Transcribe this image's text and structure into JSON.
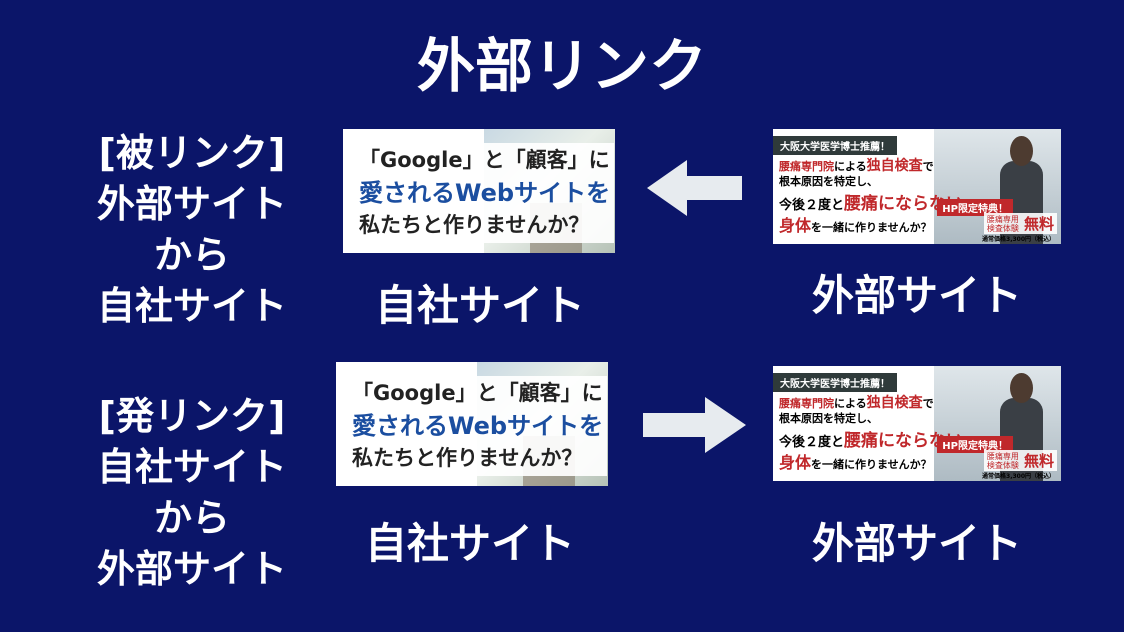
{
  "title": "外部リンク",
  "rows": [
    {
      "side_label": [
        "[被リンク]",
        "外部サイト",
        "から",
        "自社サイト"
      ],
      "left_caption": "自社サイト",
      "right_caption": "外部サイト",
      "arrow_direction": "left"
    },
    {
      "side_label": [
        "[発リンク]",
        "自社サイト",
        "から",
        "外部サイト"
      ],
      "left_caption": "自社サイト",
      "right_caption": "外部サイト",
      "arrow_direction": "right"
    }
  ],
  "own_banner": {
    "line1": "「Google」と「顧客」に",
    "line2": "愛されるWebサイトを",
    "line3": "私たちと作りませんか？"
  },
  "ext_banner": {
    "header": "大阪大学医学博士推薦！",
    "line1_a": "腰痛専門院",
    "line1_b": "による",
    "line1_c": "独自検査",
    "line1_d": "で",
    "line2": "根本原因を特定し、",
    "line3_a": "今後２度と",
    "line3_b": "腰痛にならない",
    "line4_a": "身体",
    "line4_b": "を一緒に作りませんか？",
    "badge": "HP限定特典！",
    "offer_a": "腰痛専用",
    "offer_b": "検査体験",
    "free": "無料",
    "price": "通常価格3,300円（税込）"
  },
  "colors": {
    "background": "#0b1569",
    "arrow": "#e7ebef",
    "accent_red": "#c0282b",
    "accent_blue": "#1b4ea0"
  }
}
